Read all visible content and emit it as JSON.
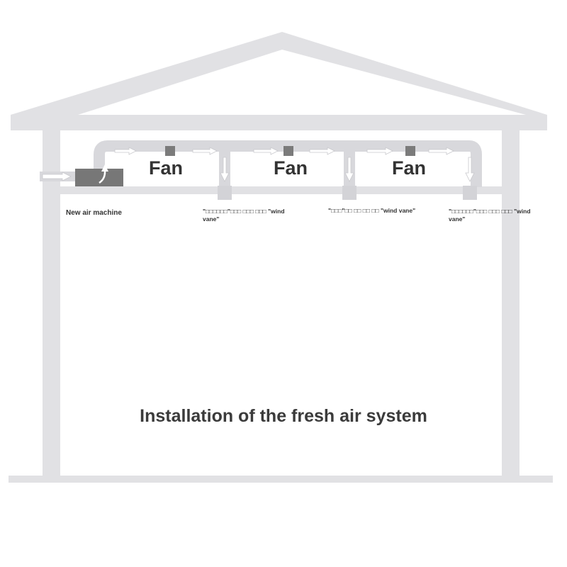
{
  "diagram": {
    "colors": {
      "structure": "#e1e1e4",
      "duct": "#d8d8dc",
      "machine": "#777777",
      "damper": "#7b7b7b",
      "arrow_fill": "#ffffff",
      "arrow_stroke": "#c9c9cd",
      "text": "#333333"
    },
    "fans": [
      {
        "label": "Fan"
      },
      {
        "label": "Fan"
      },
      {
        "label": "Fan"
      }
    ],
    "machine_label": "New air machine",
    "vanes": [
      {
        "text": "\"□□□□□□\"□□□ □□□ □□□ \"wind vane\""
      },
      {
        "text": "\"□□□\"□□ □□ □□ □□ \"wind vane\""
      },
      {
        "text": "\"□□□□□□\"□□□ □□□ □□□ \"wind vane\""
      }
    ],
    "title": "Installation of the fresh air system",
    "icons": [
      "flow-arrow-icon",
      "upward-curved-arrow-icon",
      "downward-arrow-icon",
      "damper-icon"
    ]
  }
}
